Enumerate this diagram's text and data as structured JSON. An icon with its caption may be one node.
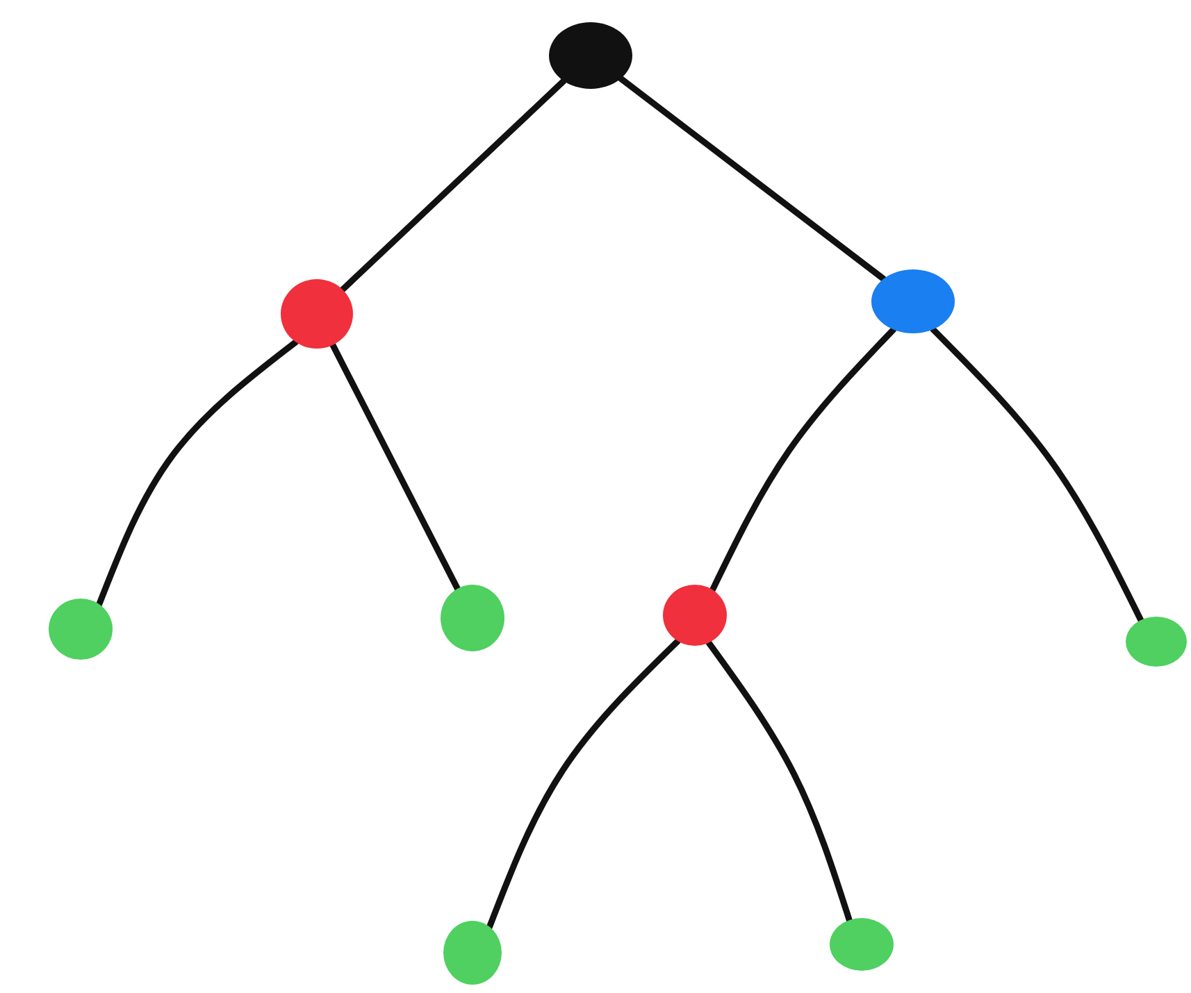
{
  "diagram": {
    "nodes": [
      {
        "text": [],
        "shape": "circle"
      },
      {
        "text": [],
        "shape": "circle"
      },
      {
        "text": [],
        "shape": "circle"
      },
      {
        "text": [],
        "shape": "circle"
      },
      {
        "text": [],
        "shape": "circle"
      },
      {
        "text": [],
        "shape": "circle"
      },
      {
        "text": [],
        "shape": "circle"
      },
      {
        "text": [],
        "shape": "circle"
      },
      {
        "text": [],
        "shape": "circle"
      }
    ],
    "edges": [
      {
        "from": 0,
        "to": 1,
        "arrow": "none"
      },
      {
        "from": 0,
        "to": 2,
        "arrow": "none"
      },
      {
        "from": 1,
        "to": 3,
        "arrow": "none"
      },
      {
        "from": 1,
        "to": 4,
        "arrow": "none"
      },
      {
        "from": 2,
        "to": 5,
        "arrow": "none"
      },
      {
        "from": 2,
        "to": 6,
        "arrow": "none"
      },
      {
        "from": 5,
        "to": 7,
        "arrow": "none"
      },
      {
        "from": 5,
        "to": 8,
        "arrow": "none"
      }
    ]
  }
}
